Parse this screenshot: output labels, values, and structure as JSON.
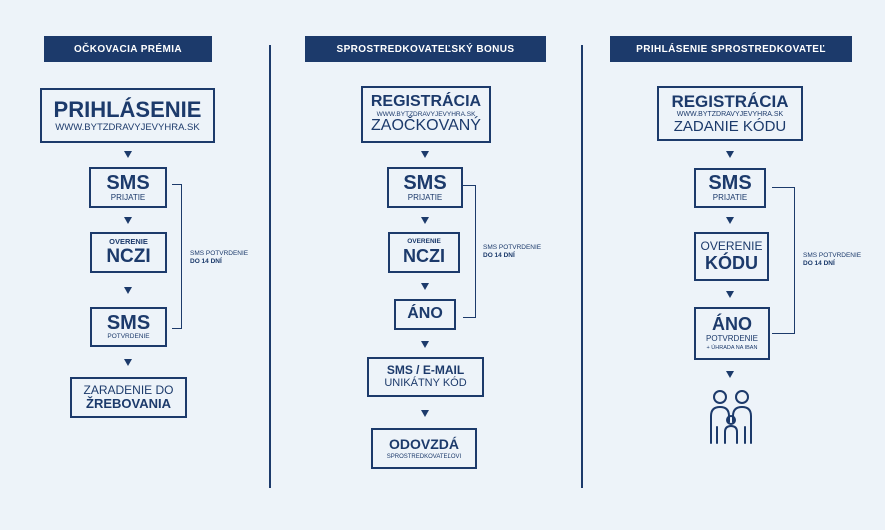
{
  "colors": {
    "background": "#edf3f9",
    "navy": "#1c3a6b",
    "header_text": "#ffffff"
  },
  "columns": [
    {
      "header": "OČKOVACIA PRÉMIA",
      "steps": [
        {
          "title": "PRIHLÁSENIE",
          "subtitle": "WWW.BYTZDRAVYJEVYHRA.SK"
        },
        {
          "title": "SMS",
          "subtitle": "PRIJATIE"
        },
        {
          "top": "OVERENIE",
          "title": "NCZI"
        },
        {
          "title": "SMS",
          "subtitle": "POTVRDENIE"
        },
        {
          "top": "ZARADENIE DO",
          "title": "ŽREBOVANIA"
        }
      ],
      "bracket": {
        "line1": "SMS POTVRDENIE",
        "line2": "DO 14 DNÍ"
      }
    },
    {
      "header": "SPROSTREDKOVATEĽSKÝ BONUS",
      "steps": [
        {
          "title": "REGISTRÁCIA",
          "subtitle": "WWW.BYTZDRAVYJEVYHRA.SK",
          "bottom": "ZAOČKOVANÝ"
        },
        {
          "title": "SMS",
          "subtitle": "PRIJATIE"
        },
        {
          "top": "OVERENIE",
          "title": "NCZI"
        },
        {
          "title": "ÁNO"
        },
        {
          "title": "SMS / E-MAIL",
          "subtitle": "UNIKÁTNY KÓD"
        },
        {
          "title": "ODOVZDÁ",
          "subtitle": "SPROSTREDKOVATEĽOVI"
        }
      ],
      "bracket": {
        "line1": "SMS POTVRDENIE",
        "line2": "DO 14 DNÍ"
      }
    },
    {
      "header": "PRIHLÁSENIE SPROSTREDKOVATEĽ",
      "steps": [
        {
          "title": "REGISTRÁCIA",
          "subtitle": "WWW.BYTZDRAVYJEVYHRA.SK",
          "bottom": "ZADANIE KÓDU"
        },
        {
          "title": "SMS",
          "subtitle": "PRIJATIE"
        },
        {
          "top": "OVERENIE",
          "title": "KÓDU"
        },
        {
          "title": "ÁNO",
          "subtitle": "POTVRDENIE",
          "note": "+ ÚHRADA NA IBAN"
        }
      ],
      "end_icon": "family-icon",
      "bracket": {
        "line1": "SMS POTVRDENIE",
        "line2": "DO 14 DNÍ"
      }
    }
  ]
}
